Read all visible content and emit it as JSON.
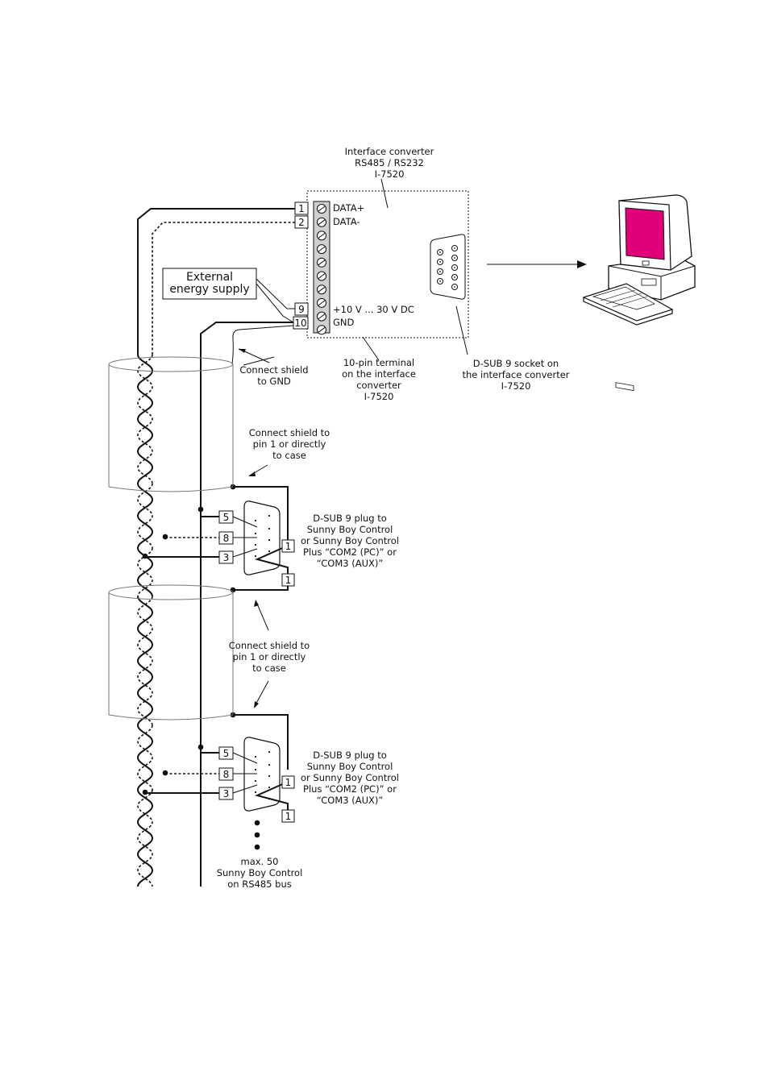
{
  "converter": {
    "title_lines": [
      "Interface converter",
      "RS485 / RS232",
      "I-7520"
    ],
    "terminal_pins": {
      "p1": "1",
      "p2": "2",
      "p9": "9",
      "p10": "10"
    },
    "terminal_labels": {
      "data_plus": "DATA+",
      "data_minus": "DATA-",
      "supply": "+10 V ... 30 V DC",
      "gnd": "GND"
    },
    "terminal_note_lines": [
      "10-pin terminal",
      "on the interface",
      "converter",
      "I-7520"
    ],
    "socket_note_lines": [
      "D-SUB 9 socket on",
      "the interface converter",
      "I-7520"
    ]
  },
  "external_supply_lines": [
    "External",
    "energy supply"
  ],
  "shield_gnd_lines": [
    "Connect shield",
    "to GND"
  ],
  "shield_pin1_lines": [
    "Connect shield to",
    "pin 1 or directly",
    "to case"
  ],
  "plug_pins": {
    "p5": "5",
    "p8": "8",
    "p3": "3",
    "p1": "1"
  },
  "plug_label_lines": [
    "D-SUB 9 plug to",
    "Sunny Boy Control",
    "or Sunny Boy Control",
    "Plus “COM2 (PC)” or",
    "“COM3 (AUX)”"
  ],
  "max_note_lines": [
    "max. 50",
    "Sunny Boy Control",
    "on RS485 bus"
  ],
  "colors": {
    "line": "#111111",
    "shield": "#777777",
    "screen": "#e0007a"
  }
}
